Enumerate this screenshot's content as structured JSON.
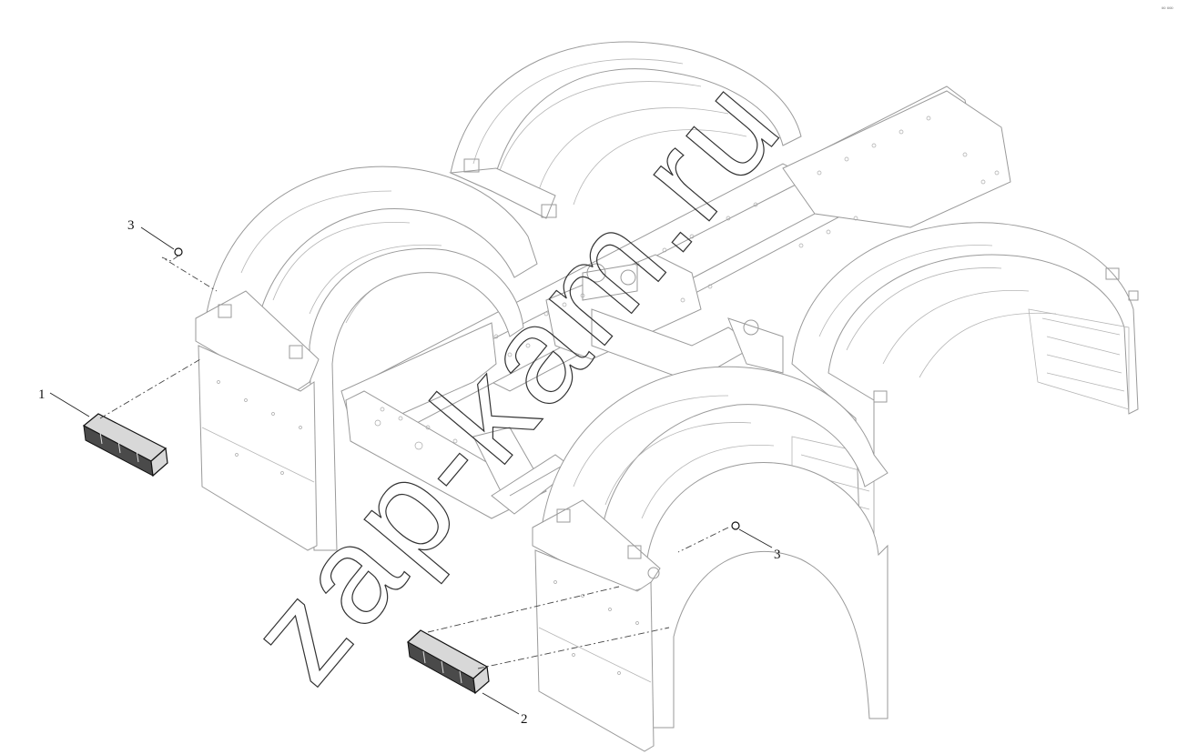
{
  "diagram": {
    "callouts": [
      {
        "id": "c1",
        "label": "1"
      },
      {
        "id": "c2",
        "label": "2"
      },
      {
        "id": "c3a",
        "label": "3"
      },
      {
        "id": "c3b",
        "label": "3"
      }
    ],
    "watermark": "zap-kam.ru",
    "corner_mark": "ºº ººº"
  }
}
